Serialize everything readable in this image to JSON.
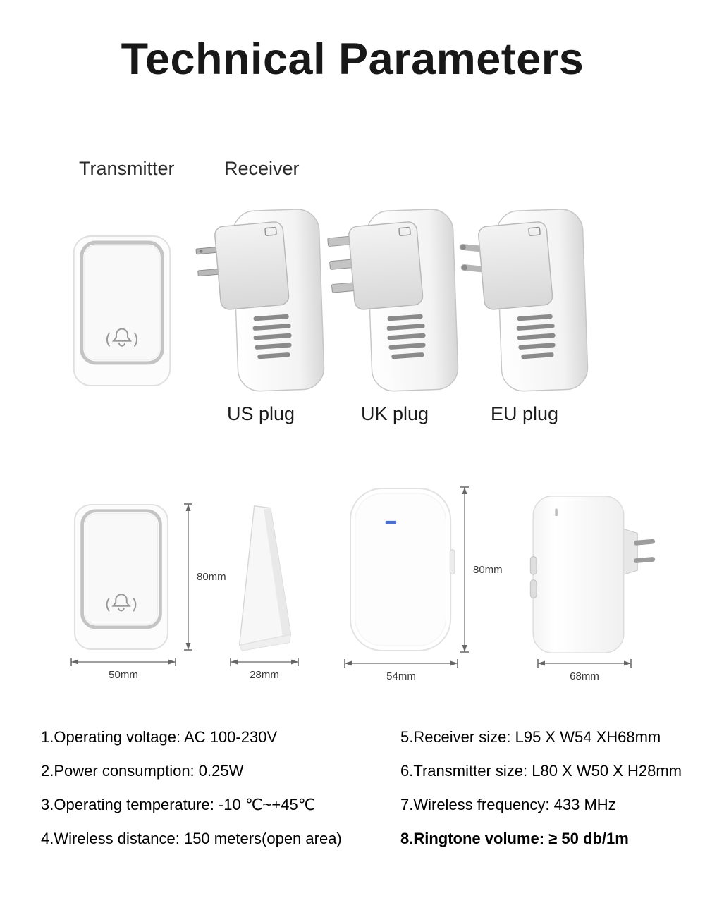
{
  "title": "Technical Parameters",
  "top_section": {
    "transmitter_label": "Transmitter",
    "receiver_label": "Receiver",
    "plug_labels": [
      "US plug",
      "UK plug",
      "EU plug"
    ]
  },
  "dimension_labels": {
    "transmitter_width": "50mm",
    "transmitter_height": "80mm",
    "transmitter_depth": "28mm",
    "receiver_width": "54mm",
    "receiver_height": "80mm",
    "receiver_depth": "68mm"
  },
  "specs": {
    "left": [
      "1.Operating voltage: AC 100-230V",
      "2.Power consumption: 0.25W",
      "3.Operating temperature: -10 ℃~+45℃",
      "4.Wireless distance: 150 meters(open area)"
    ],
    "right": [
      "5.Receiver size: L95 X W54 XH68mm",
      "6.Transmitter size: L80 X W50 X H28mm",
      "7.Wireless frequency: 433 MHz",
      "8.Ringtone volume: ≥ 50 db/1m"
    ]
  }
}
